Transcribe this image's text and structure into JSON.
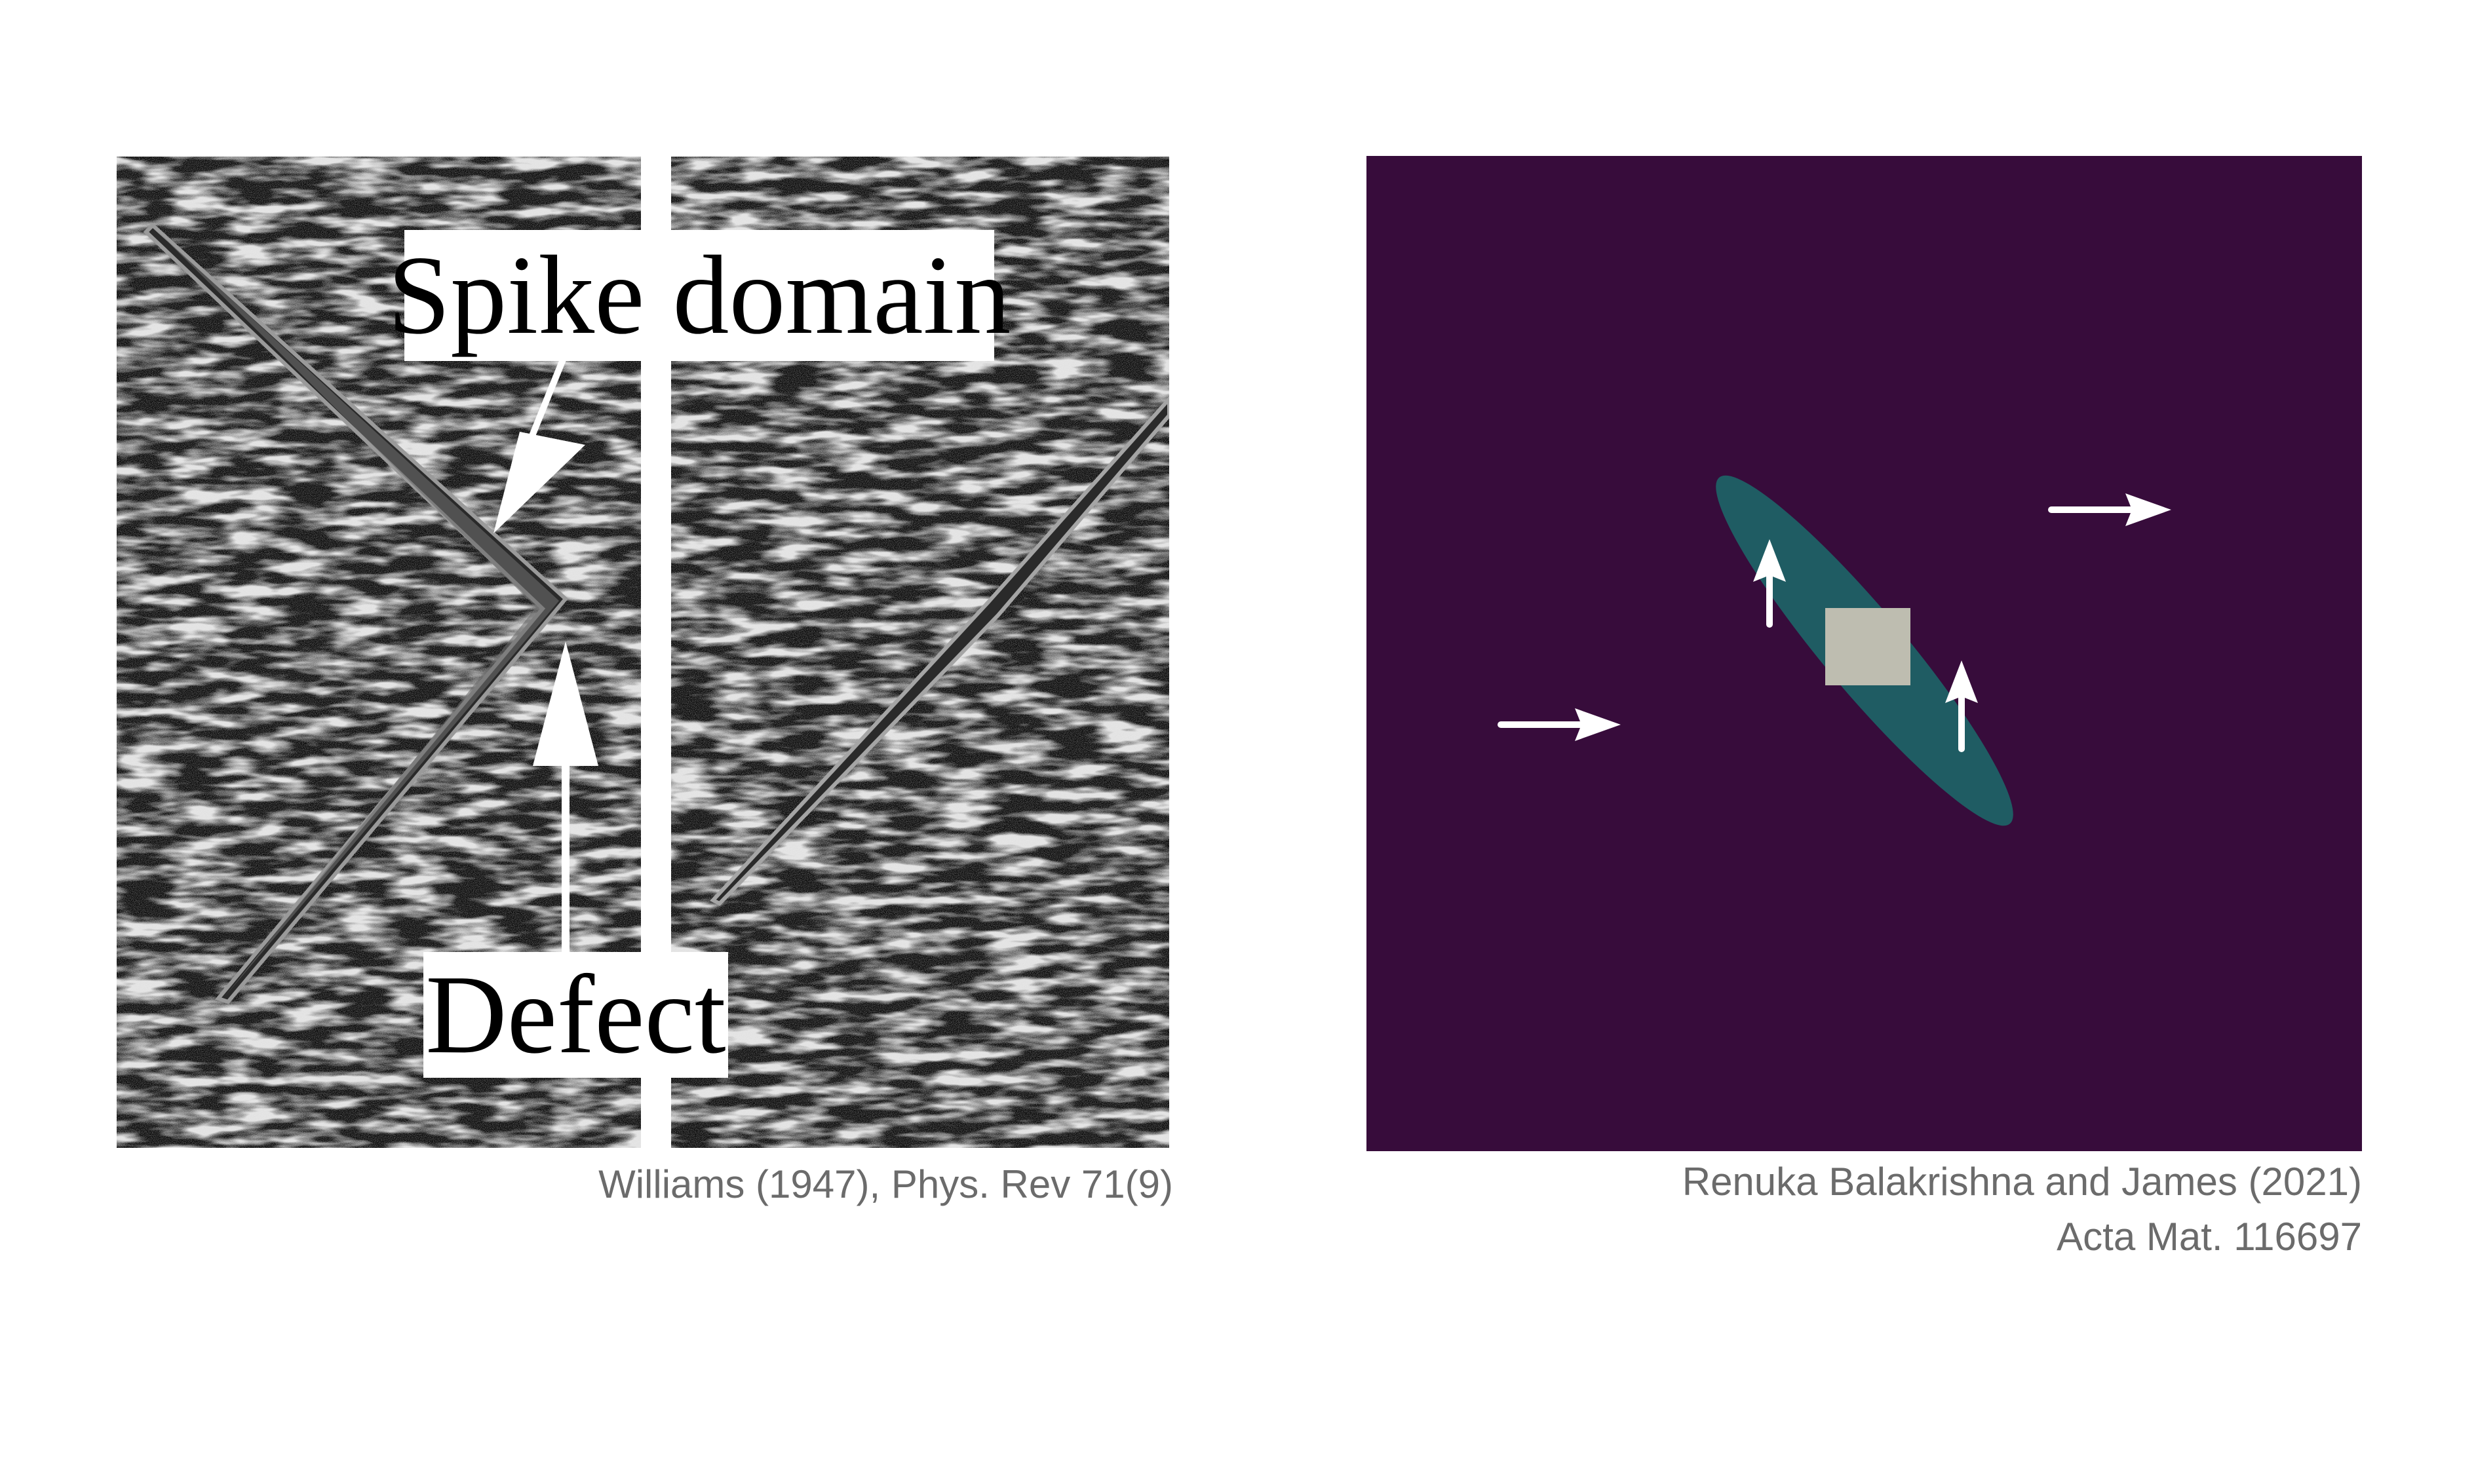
{
  "left_figure": {
    "labels": {
      "spike": "Spike domain",
      "defect": "Defect"
    },
    "caption": "Williams (1947), Phys. Rev 71(9)"
  },
  "right_figure": {
    "caption_line1": "Renuka Balakrishna and James (2021)",
    "caption_line2": "Acta Mat. 116697"
  },
  "colors": {
    "background_purple": "#370c3b",
    "domain_teal": "#1f5c63",
    "defect_gray": "#bebdb0"
  }
}
